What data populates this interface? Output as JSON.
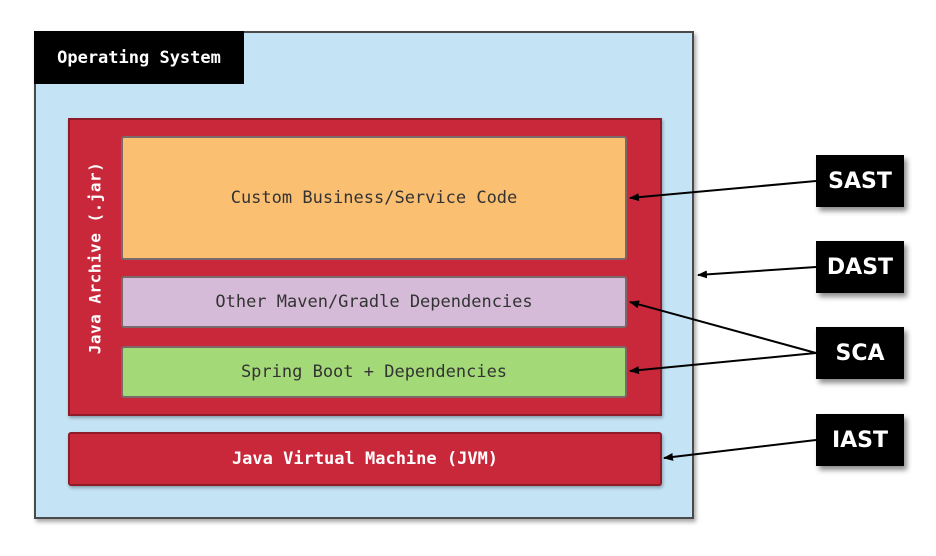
{
  "operating_system": {
    "label": "Operating System"
  },
  "java_archive": {
    "label": "Java Archive (.jar)"
  },
  "layers": {
    "custom_code": "Custom Business/Service Code",
    "other_deps": "Other Maven/Gradle Dependencies",
    "spring_boot": "Spring Boot + Dependencies"
  },
  "jvm": {
    "label": "Java Virtual Machine (JVM)"
  },
  "tools": {
    "sast": "SAST",
    "dast": "DAST",
    "sca": "SCA",
    "iast": "IAST"
  }
}
